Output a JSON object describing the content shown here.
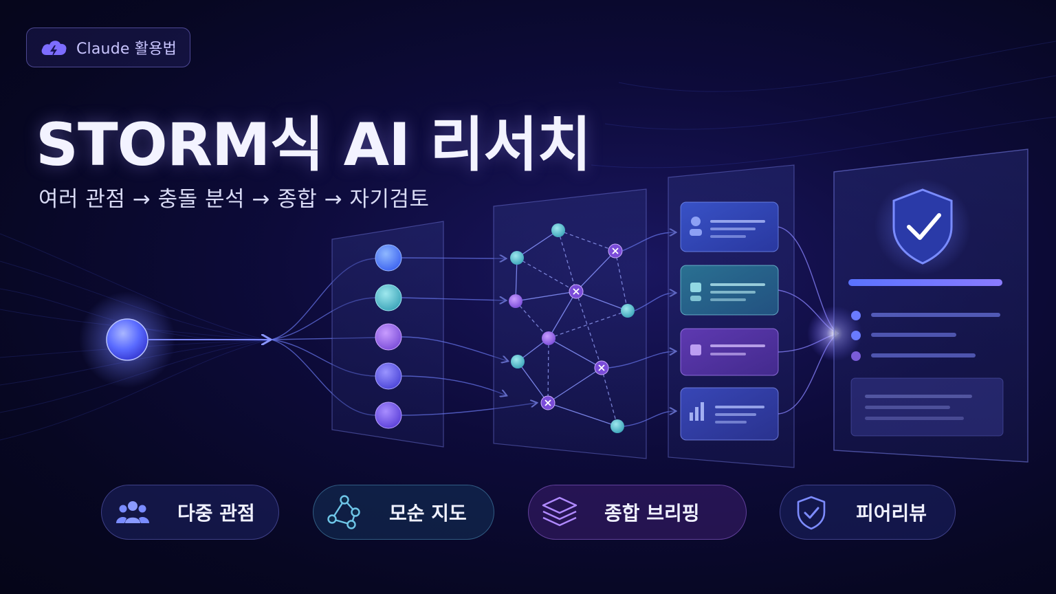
{
  "badge": {
    "label": "Claude 활용법",
    "icon": "cloud-bolt-icon"
  },
  "title": "STORM식 AI 리서치",
  "subtitle": "여러 관점 → 충돌 분석 → 종합 → 자기검토",
  "chips": [
    {
      "label": "다중 관점",
      "icon": "users-icon"
    },
    {
      "label": "모순 지도",
      "icon": "network-icon"
    },
    {
      "label": "종합 브리핑",
      "icon": "layers-icon"
    },
    {
      "label": "피어리뷰",
      "icon": "shield-check-icon"
    }
  ],
  "colors": {
    "accent": "#7b6dff",
    "blue": "#4d6bff",
    "teal": "#5fc4d6",
    "purple": "#9b6bff",
    "violet": "#6a5cff",
    "background": "#070722"
  }
}
